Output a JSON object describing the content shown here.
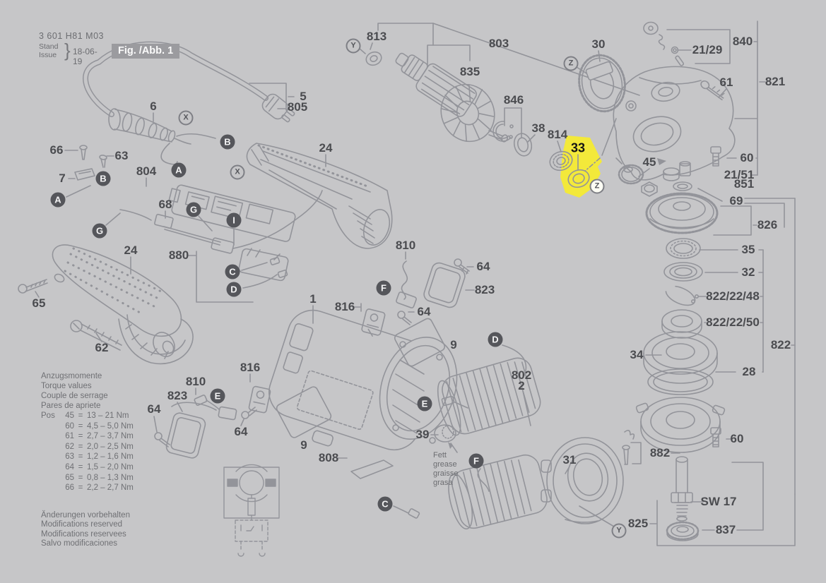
{
  "header": {
    "part_number": "3 601 H81 M03",
    "revision_label_top": "Stand",
    "revision_label_bottom": "Issue",
    "brace": "}",
    "date": "18-06-19",
    "figure_caption": "Fig. /Abb. 1"
  },
  "colors": {
    "background": "#c6c6c8",
    "linework": "#93949a",
    "label_text": "#4b4c50",
    "highlight_yellow": "#f3e93a",
    "figure_box_bg": "#9b9b9f",
    "connector_fill": "#55565b"
  },
  "torque_table": {
    "titles": [
      "Anzugsmomente",
      "Torque values",
      "Couple de serrage",
      "Pares de apriete"
    ],
    "pos_label": "Pos",
    "rows": [
      {
        "pos": "45",
        "eq": "=",
        "range": "13 – 21 Nm"
      },
      {
        "pos": "60",
        "eq": "=",
        "range": "4,5 – 5,0 Nm"
      },
      {
        "pos": "61",
        "eq": "=",
        "range": "2,7 – 3,7 Nm"
      },
      {
        "pos": "62",
        "eq": "=",
        "range": "2,0 – 2,5 Nm"
      },
      {
        "pos": "63",
        "eq": "=",
        "range": "1,2 – 1,6 Nm"
      },
      {
        "pos": "64",
        "eq": "=",
        "range": "1,5 – 2,0 Nm"
      },
      {
        "pos": "65",
        "eq": "=",
        "range": "0,8 – 1,3 Nm"
      },
      {
        "pos": "66",
        "eq": "=",
        "range": "2,2 – 2,7 Nm"
      }
    ]
  },
  "notes": {
    "changes": [
      "Änderungen vorbehalten",
      "Modifications reserved",
      "Modifications reservees",
      "Salvo modificaciones"
    ],
    "grease": [
      "Fett",
      "grease",
      "graisse",
      "grasa"
    ]
  },
  "callouts": [
    "5",
    "805",
    "6",
    "66",
    "63",
    "7",
    "804",
    "68",
    "24",
    "24",
    "65",
    "62",
    "880",
    "813",
    "835",
    "803",
    "846",
    "38",
    "814",
    "33",
    "30",
    "21/29",
    "840",
    "61",
    "821",
    "60",
    "21/51",
    "851",
    "45",
    "69",
    "826",
    "35",
    "32",
    "822/22/48",
    "822/22/50",
    "822",
    "34",
    "28",
    "882",
    "60",
    "837",
    "825",
    "31",
    "39",
    "802",
    "2",
    "810",
    "64",
    "823",
    "816",
    "64",
    "9",
    "1",
    "816",
    "810",
    "823",
    "64",
    "64",
    "9",
    "808",
    "SW 17"
  ],
  "connectors": [
    "A",
    "A",
    "B",
    "B",
    "G",
    "G",
    "I",
    "C",
    "C",
    "D",
    "D",
    "E",
    "E",
    "F",
    "F",
    "X",
    "X",
    "Y",
    "Y",
    "Z",
    "Z"
  ]
}
